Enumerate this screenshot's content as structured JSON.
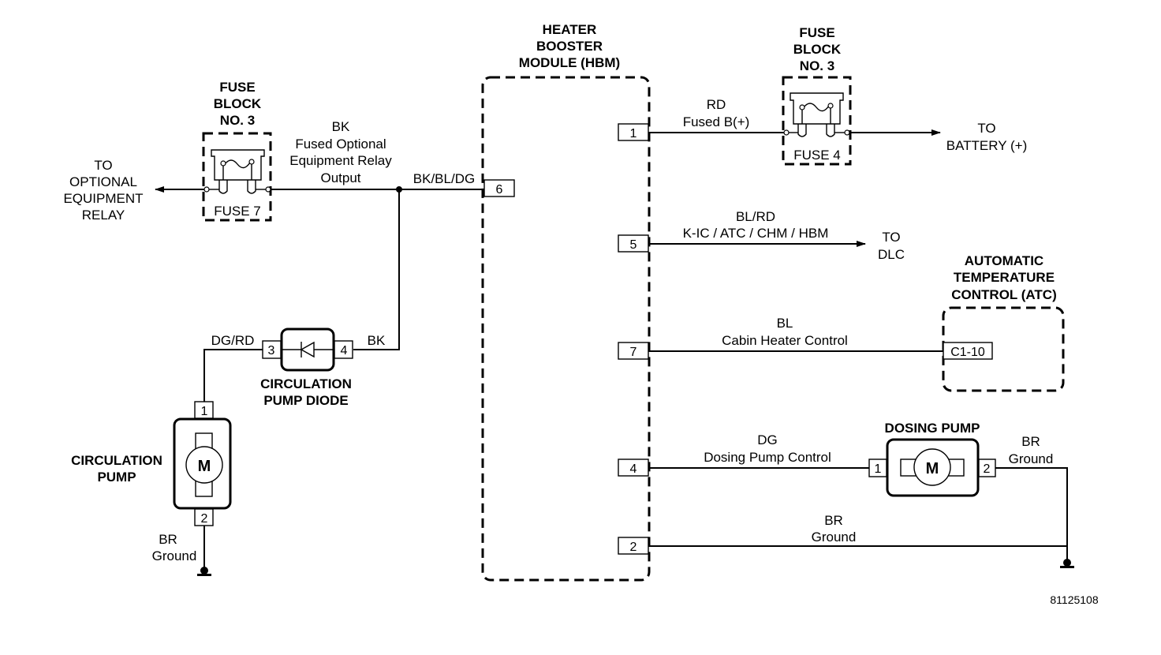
{
  "diagram": {
    "figure_id": "81125108",
    "modules": {
      "hbm": {
        "title_lines": [
          "HEATER",
          "BOOSTER",
          "MODULE (HBM)"
        ]
      },
      "fuse_block_left": {
        "title_lines": [
          "FUSE",
          "BLOCK",
          "NO. 3"
        ],
        "fuse_label": "FUSE 7"
      },
      "fuse_block_right": {
        "title_lines": [
          "FUSE",
          "BLOCK",
          "NO. 3"
        ],
        "fuse_label": "FUSE 4"
      },
      "atc": {
        "title_lines": [
          "AUTOMATIC",
          "TEMPERATURE",
          "CONTROL (ATC)"
        ],
        "connector": "C1-10"
      },
      "dosing_pump": {
        "title": "DOSING PUMP",
        "motor": "M",
        "pins": [
          "1",
          "2"
        ]
      },
      "circulation_pump": {
        "title_lines": [
          "CIRCULATION",
          "PUMP"
        ],
        "motor": "M",
        "pins": [
          "1",
          "2"
        ]
      },
      "circulation_pump_diode": {
        "title_lines": [
          "CIRCULATION",
          "PUMP DIODE"
        ],
        "pins": [
          "3",
          "4"
        ]
      }
    },
    "hbm_pins": [
      "1",
      "6",
      "5",
      "7",
      "4",
      "2"
    ],
    "destinations": {
      "optional_relay": [
        "TO",
        "OPTIONAL",
        "EQUIPMENT",
        "RELAY"
      ],
      "battery": [
        "TO",
        "BATTERY (+)"
      ],
      "dlc": [
        "TO",
        "DLC"
      ]
    },
    "wires": {
      "fuse7_out": {
        "color": "BK",
        "desc_lines": [
          "Fused Optional",
          "Equipment Relay",
          "Output"
        ]
      },
      "hbm6": {
        "color": "BK/BL/DG"
      },
      "hbm1": {
        "color": "RD",
        "desc": "Fused B(+)"
      },
      "hbm5": {
        "color": "BL/RD",
        "desc": "K-IC / ATC / CHM / HBM"
      },
      "hbm7": {
        "color": "BL",
        "desc": "Cabin Heater Control"
      },
      "hbm4": {
        "color": "DG",
        "desc": "Dosing Pump Control"
      },
      "dosing_gnd": {
        "color": "BR",
        "desc": "Ground"
      },
      "hbm2": {
        "color": "BR",
        "desc": "Ground"
      },
      "diode_in": {
        "color": "BK"
      },
      "diode_out": {
        "color": "DG/RD"
      },
      "circ_gnd": {
        "color": "BR",
        "desc": "Ground"
      }
    }
  }
}
